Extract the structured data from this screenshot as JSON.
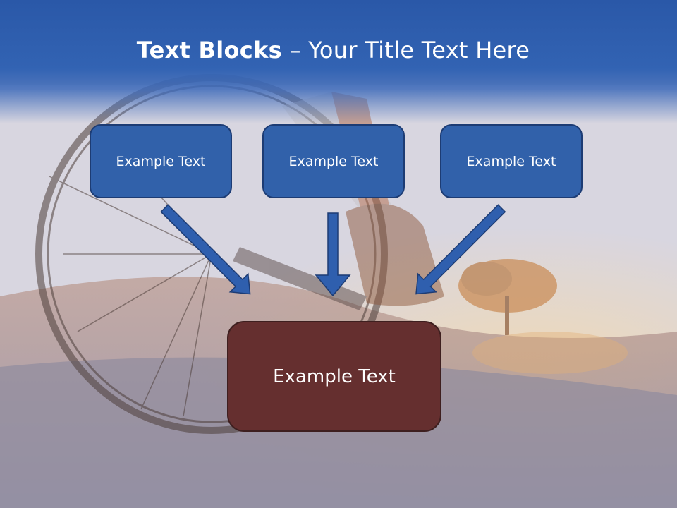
{
  "slide": {
    "title_bold": "Text Blocks",
    "title_separator": " – ",
    "title_rest": "Your Title Text Here"
  },
  "blocks": {
    "top": [
      "Example Text",
      "Example Text",
      "Example Text"
    ],
    "bottom": "Example Text"
  },
  "colors": {
    "header": "#2a58a8",
    "block_fill": "#3161aa",
    "block_border": "#1d3c74",
    "bottom_fill": "#652f2f",
    "arrow_fill": "#2f5fae",
    "arrow_outline": "#1d3c74"
  }
}
